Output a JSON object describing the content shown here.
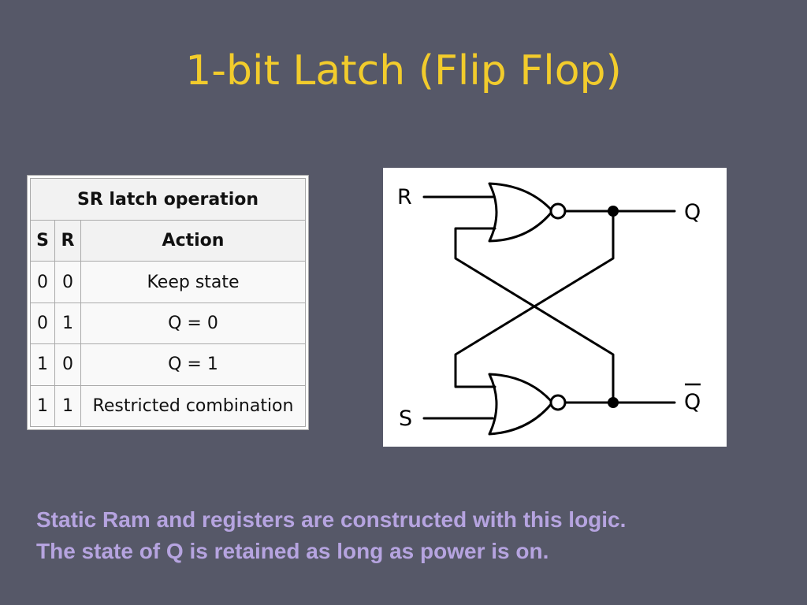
{
  "slide": {
    "title": "1-bit Latch (Flip Flop)",
    "caption_lines": [
      "Static Ram and registers are constructed with this logic.",
      "The state of Q is retained as long as power is on."
    ]
  },
  "table": {
    "title": "SR latch operation",
    "headers": [
      "S",
      "R",
      "Action"
    ],
    "rows": [
      [
        "0",
        "0",
        "Keep state"
      ],
      [
        "0",
        "1",
        "Q = 0"
      ],
      [
        "1",
        "0",
        "Q = 1"
      ],
      [
        "1",
        "1",
        "Restricted combination"
      ]
    ]
  },
  "circuit": {
    "labels": {
      "r": "R",
      "s": "S",
      "q": "Q",
      "qbar": "Q"
    },
    "gates": [
      "nor-gate",
      "nor-gate"
    ],
    "colors": {
      "background": "#565868",
      "title": "#f2cc2c",
      "caption": "#b6a4e0"
    }
  }
}
